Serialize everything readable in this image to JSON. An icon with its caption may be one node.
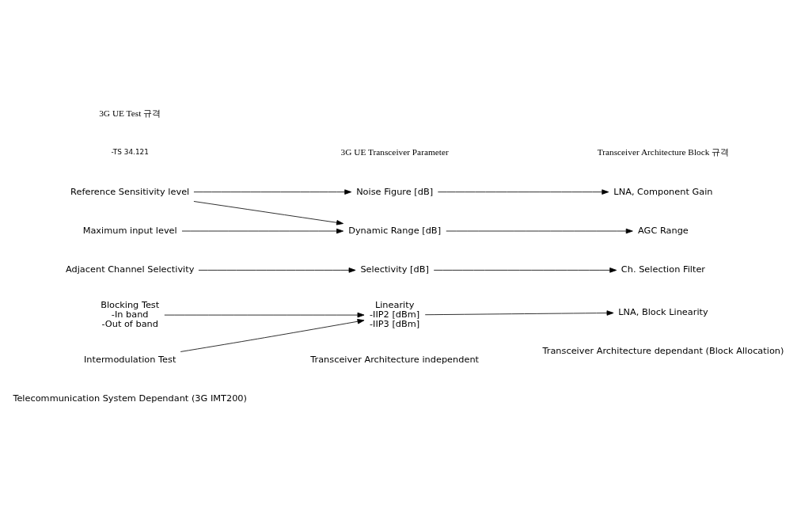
{
  "diagram": {
    "nodes": [
      {
        "text": [
          "Reference Sensitivity level"
        ]
      },
      {
        "text": [
          "Maximum input level"
        ]
      },
      {
        "text": [
          "Adjacent Channel Selectivity"
        ]
      },
      {
        "text": [
          "Blocking Test",
          "-In band",
          "-Out of band"
        ]
      },
      {
        "text": [
          "Intermodulation Test"
        ]
      },
      {
        "text": [
          "Noise Figure [dB]"
        ]
      },
      {
        "text": [
          "Dynamic Range [dB]"
        ]
      },
      {
        "text": [
          "Selectivity [dB]"
        ]
      },
      {
        "text": [
          "Linearity",
          "-IIP2 [dBm]",
          "-IIP3 [dBm]"
        ]
      },
      {
        "text": [
          "LNA, Component Gain"
        ]
      },
      {
        "text": [
          "AGC Range"
        ]
      },
      {
        "text": [
          "Ch. Selection Filter"
        ]
      },
      {
        "text": [
          "LNA, Block Linearity"
        ]
      }
    ],
    "edges": [
      {
        "from": 0,
        "to": 5,
        "arrow": "to"
      },
      {
        "from": 0,
        "to": 6,
        "arrow": "to"
      },
      {
        "from": 1,
        "to": 6,
        "arrow": "to"
      },
      {
        "from": 2,
        "to": 7,
        "arrow": "to"
      },
      {
        "from": 3,
        "to": 8,
        "arrow": "to"
      },
      {
        "from": 4,
        "to": 8,
        "arrow": "to"
      },
      {
        "from": 5,
        "to": 9,
        "arrow": "to"
      },
      {
        "from": 6,
        "to": 10,
        "arrow": "to"
      },
      {
        "from": 7,
        "to": 11,
        "arrow": "to"
      },
      {
        "from": 8,
        "to": 12,
        "arrow": "to"
      }
    ],
    "labels": [
      "3G UE Test 규격",
      "-TS 34.121",
      "3G UE Transceiver Parameter",
      "Transceiver Architecture Block 규격",
      "Telecommunication System Dependant (3G IMT200)",
      "Transceiver Architecture independent",
      "Transceiver Architecture dependant (Block Allocation)"
    ]
  }
}
